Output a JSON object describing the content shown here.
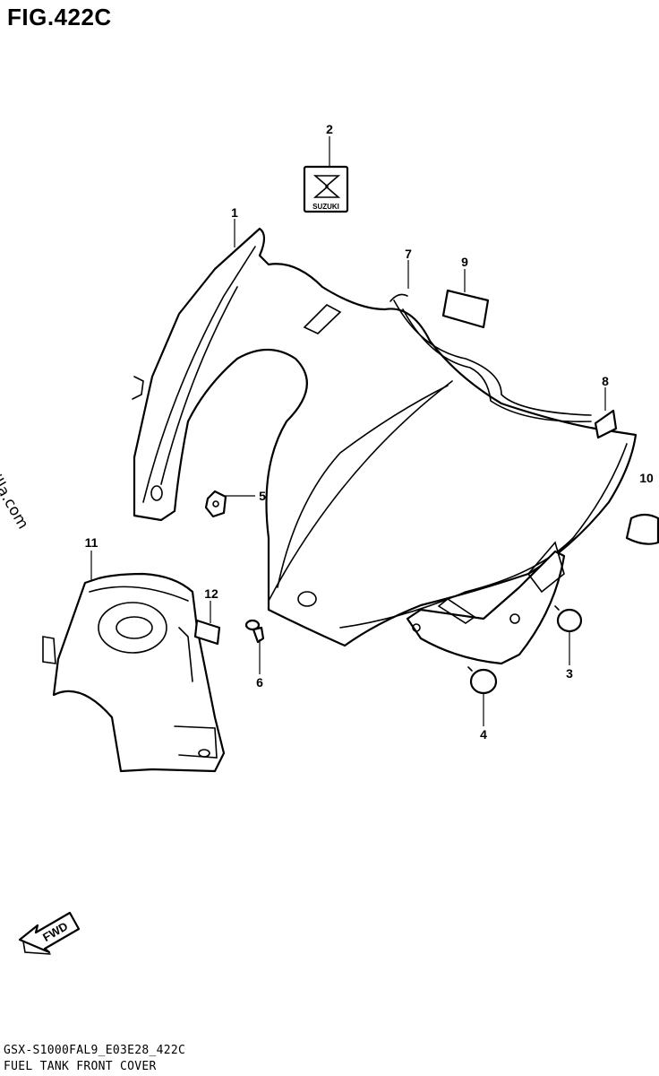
{
  "figure": {
    "title": "FIG.422C",
    "watermark": "© Partzilla.com",
    "code": "GSX-S1000FAL9_E03E28_422C",
    "name": "FUEL TANK FRONT COVER",
    "fwd_label": "FWD",
    "emblem_text": "SUZUKI"
  },
  "callouts": [
    "1",
    "2",
    "3",
    "4",
    "5",
    "6",
    "7",
    "8",
    "9",
    "10",
    "11",
    "12"
  ]
}
